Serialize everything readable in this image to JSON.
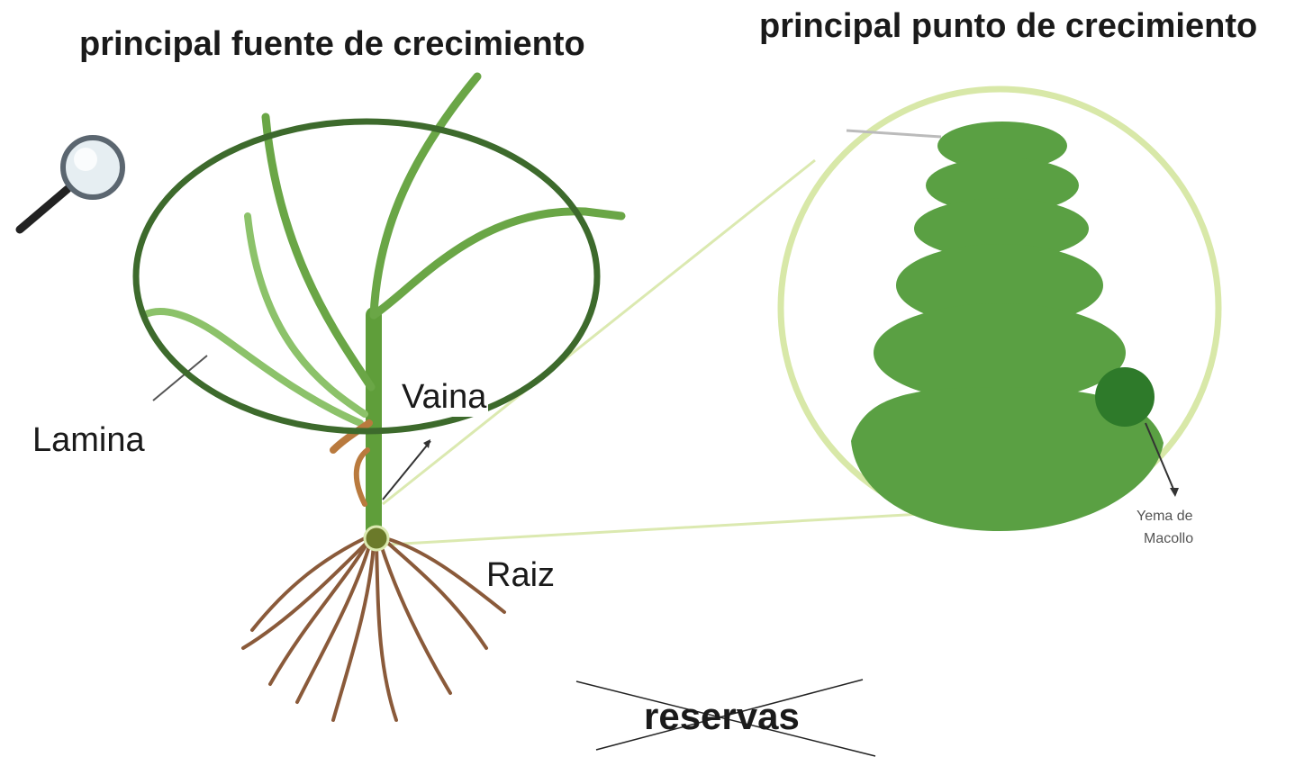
{
  "titles": {
    "left": "principal fuente de crecimiento",
    "right": "principal punto de crecimiento"
  },
  "labels": {
    "vaina": "Vaina",
    "lamina": "Lamina",
    "raiz": "Raiz",
    "reservas": "reservas",
    "yema_line1": "Yema de",
    "yema_line2": "Macollo"
  },
  "colors": {
    "leaf": "#5f9e3a",
    "leaf_light": "#8cc26a",
    "ellipse": "#3d6a2c",
    "zoom_circle": "#d8e8a8",
    "meristem": "#5aa043",
    "bud": "#2e7a2a",
    "root": "#8a5a3a"
  },
  "icons": {
    "magnifier": "magnifying-glass-icon"
  }
}
